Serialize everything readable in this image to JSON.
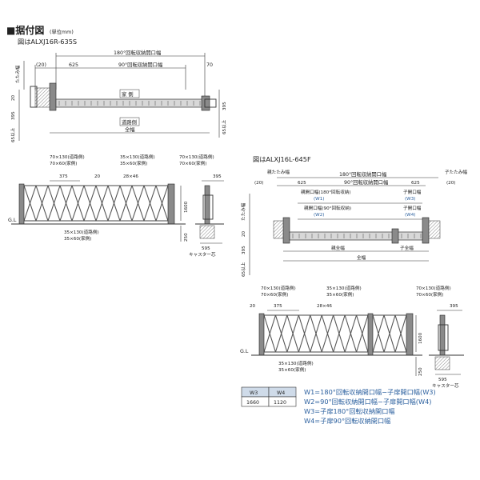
{
  "title": {
    "main": "■据付図",
    "unit": "(単位mm)"
  },
  "gate1": {
    "model": "図はALXJ16R-635S",
    "plan": {
      "dim_180": "180°回転収納開口幅",
      "dim_90": "90°回転収納開口幅",
      "left_20": "(20)",
      "w625": "625",
      "w70": "70",
      "tatami": "たたみ幅",
      "side_20": "20",
      "side_395": "395",
      "side_65": "65以上",
      "house_side": "家 側",
      "road_side": "道路側",
      "total": "全幅"
    },
    "front": {
      "top_left_a": "70×130(道路側)",
      "top_left_b": "70×60(家側)",
      "top_mid_a": "35×130(道路側)",
      "top_mid_b": "35×60(家側)",
      "top_right_a": "70×130(道路側)",
      "top_right_b": "70×60(家側)",
      "d375": "375",
      "d20": "20",
      "d2846": "28×46",
      "h1600": "1600",
      "h250": "250",
      "gl": "G.L",
      "bot_a": "35×130(道路側)",
      "bot_b": "35×60(家側)"
    },
    "side": {
      "w395": "395",
      "w595": "595",
      "caster": "キャスター芯"
    }
  },
  "gate2": {
    "model": "図はALXJ16L-645F",
    "plan": {
      "parent_tatami": "親たたみ幅",
      "child_tatami": "子たたみ幅",
      "dim_180": "180°回転収納開口幅",
      "dim_90": "90°回転収納開口幅",
      "left_20": "(20)",
      "right_20": "(20)",
      "w625a": "625",
      "w625b": "625",
      "parent_open_180": "親開口幅(180°回転収納)",
      "parent_open_90": "親開口幅(90°回転収納)",
      "w1": "(W1)",
      "w2": "(W2)",
      "child_open_a": "子開口幅",
      "child_open_b": "子開口幅",
      "w3": "(W3)",
      "w4": "(W4)",
      "tatami": "たたみ幅",
      "side_20": "20",
      "side_395": "395",
      "side_65": "65以上",
      "parent_full": "親全幅",
      "child_full": "子全幅",
      "total": "全幅"
    },
    "front": {
      "top_left_a": "70×130(道路側)",
      "top_left_b": "70×60(家側)",
      "top_mid_a": "35×130(道路側)",
      "top_mid_b": "35×60(家側)",
      "top_right_a": "70×130(道路側)",
      "top_right_b": "70×60(家側)",
      "d20": "20",
      "d375": "375",
      "d2846": "28×46",
      "h1600": "1600",
      "h250": "250",
      "gl": "G.L",
      "bot_a": "35×130(道路側)",
      "bot_b": "35×60(家側)"
    },
    "side": {
      "w395": "395",
      "w595": "595",
      "caster": "キャスター芯"
    }
  },
  "legend": {
    "table": {
      "headers": [
        "W3",
        "W4"
      ],
      "values": [
        "1660",
        "1120"
      ]
    },
    "notes": [
      "W1=180°回転収納開口幅−子扉開口幅(W3)",
      "W2=90°回転収納開口幅−子扉開口幅(W4)",
      "W3=子扉180°回転収納開口幅",
      "W4=子扉90°回転収納開口幅"
    ]
  },
  "colors": {
    "line": "#333333",
    "rail": "#d8d8d8",
    "post": "#8a8a8a",
    "accent_blue": "#2a5f9e",
    "legend_header": "#cfdbe9"
  }
}
